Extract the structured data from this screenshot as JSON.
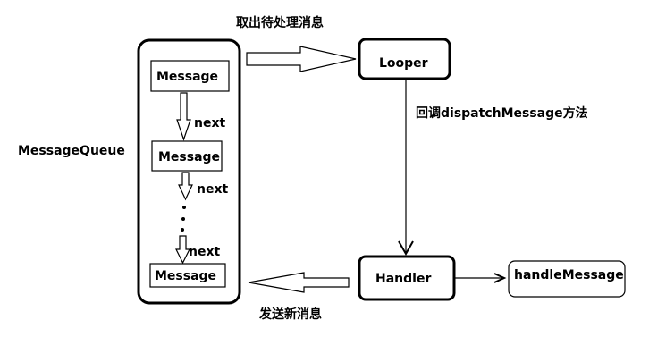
{
  "queue": {
    "label": "MessageQueue",
    "messages": [
      "Message",
      "Message",
      "Message"
    ],
    "links": [
      "next",
      "next",
      "next"
    ]
  },
  "looper": {
    "label": "Looper"
  },
  "handler": {
    "label": "Handler"
  },
  "handle_message": {
    "label": "handleMessage"
  },
  "edges": {
    "take_out": "取出待处理消息",
    "callback": "回调dispatchMessage方法",
    "send_new": "发送新消息"
  }
}
